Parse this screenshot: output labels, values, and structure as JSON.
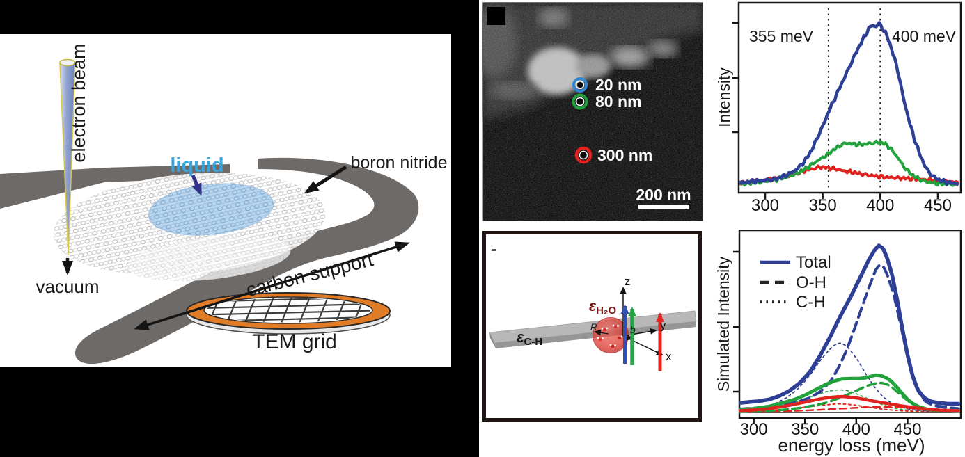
{
  "left_diagram": {
    "labels": {
      "electron_beam": "electron beam",
      "liquid": "liquid",
      "boron_nitride": "boron nitride",
      "carbon_support": "carbon support",
      "vacuum": "vacuum",
      "tem_grid": "TEM grid"
    },
    "colors": {
      "liquid_label": "#3aa5dc",
      "liquid_fill": "#b7d4ee",
      "ribbon_gray": "#6d6a68",
      "grid_ring_orange": "#e07b28",
      "beam_fill": "#8fa2cf",
      "beam_edge": "#d9c84a",
      "liquid_arrow": "#2f3288"
    }
  },
  "tem_image": {
    "markers": [
      {
        "label": "20 nm",
        "color": "#2e86d6"
      },
      {
        "label": "80 nm",
        "color": "#21a13b"
      },
      {
        "label": "300 nm",
        "color": "#e0231e"
      }
    ],
    "scale_bar": "200 nm"
  },
  "schematic3d": {
    "eps_film": {
      "sym": "ε",
      "sub": "C-H"
    },
    "eps_droplet": {
      "sym": "ε",
      "sub": "H₂O"
    },
    "axes": {
      "x": "x",
      "y": "y",
      "z": "z"
    },
    "radius_label": "R",
    "impact_label": "b",
    "arrow_colors": {
      "blue": "#3050b5",
      "green": "#28a346",
      "red": "#e02420"
    }
  },
  "chart_data": [
    {
      "type": "line",
      "title": "",
      "xlabel": "",
      "ylabel": "Intensity",
      "xlim": [
        277,
        470
      ],
      "ylim": [
        0,
        1.05
      ],
      "x_ticks": [
        300,
        350,
        400,
        450
      ],
      "grid": false,
      "guides": [
        355,
        400
      ],
      "annotations": [
        {
          "text": "355 meV",
          "x": 355
        },
        {
          "text": "400 meV",
          "x": 400
        }
      ],
      "series": [
        {
          "name": "300 nm",
          "color": "#e0231e",
          "style": "solid",
          "width": 4,
          "x": [
            278,
            290,
            300,
            310,
            320,
            328,
            335,
            342,
            348,
            354,
            360,
            368,
            376,
            384,
            392,
            400,
            410,
            420,
            430,
            440,
            450,
            460,
            468
          ],
          "y": [
            0.02,
            0.028,
            0.035,
            0.045,
            0.06,
            0.075,
            0.09,
            0.1,
            0.11,
            0.105,
            0.1,
            0.088,
            0.08,
            0.07,
            0.062,
            0.055,
            0.05,
            0.046,
            0.042,
            0.038,
            0.032,
            0.026,
            0.022
          ]
        },
        {
          "name": "80 nm",
          "color": "#22a23c",
          "style": "solid",
          "width": 4,
          "x": [
            278,
            290,
            300,
            310,
            320,
            328,
            335,
            342,
            348,
            354,
            360,
            365,
            370,
            376,
            382,
            388,
            394,
            400,
            404,
            408,
            412,
            416,
            420,
            425,
            430,
            436,
            442,
            448,
            455,
            462,
            468
          ],
          "y": [
            0.015,
            0.02,
            0.03,
            0.04,
            0.055,
            0.075,
            0.1,
            0.13,
            0.155,
            0.18,
            0.21,
            0.23,
            0.245,
            0.24,
            0.235,
            0.24,
            0.245,
            0.25,
            0.24,
            0.22,
            0.19,
            0.155,
            0.115,
            0.08,
            0.055,
            0.035,
            0.025,
            0.018,
            0.014,
            0.012,
            0.01
          ]
        },
        {
          "name": "20 nm",
          "color": "#2e3f96",
          "style": "solid",
          "width": 4.5,
          "x": [
            278,
            285,
            292,
            300,
            308,
            315,
            322,
            328,
            334,
            340,
            345,
            350,
            355,
            360,
            365,
            370,
            375,
            380,
            385,
            390,
            393,
            396,
            399,
            402,
            405,
            408,
            412,
            416,
            420,
            425,
            430,
            435,
            440,
            445,
            450,
            456,
            462,
            468
          ],
          "y": [
            0.02,
            0.025,
            0.03,
            0.035,
            0.04,
            0.055,
            0.075,
            0.1,
            0.14,
            0.2,
            0.27,
            0.34,
            0.42,
            0.49,
            0.56,
            0.63,
            0.7,
            0.77,
            0.83,
            0.89,
            0.91,
            0.9,
            0.92,
            0.89,
            0.86,
            0.81,
            0.73,
            0.63,
            0.5,
            0.37,
            0.26,
            0.17,
            0.1,
            0.06,
            0.04,
            0.025,
            0.02,
            0.015
          ]
        }
      ]
    },
    {
      "type": "line",
      "title": "",
      "xlabel": "energy loss (meV)",
      "ylabel": "Simulated Intensity",
      "xlim": [
        286,
        502
      ],
      "ylim": [
        0,
        1.05
      ],
      "x_ticks": [
        300,
        350,
        400,
        450
      ],
      "grid": false,
      "legend": [
        {
          "label": "Total",
          "style": "solid"
        },
        {
          "label": "O-H",
          "style": "dashed"
        },
        {
          "label": "C-H",
          "style": "dotted"
        }
      ],
      "series": [
        {
          "name": "80 nm C-H",
          "color": "#22a23c",
          "style": "dotted",
          "width": 1.7,
          "dash": "3,4.5",
          "x": [
            286,
            305,
            320,
            335,
            348,
            360,
            370,
            378,
            385,
            392,
            400,
            410,
            420,
            430,
            440,
            452,
            466,
            480,
            500
          ],
          "y": [
            0.004,
            0.012,
            0.028,
            0.05,
            0.075,
            0.1,
            0.118,
            0.128,
            0.13,
            0.125,
            0.108,
            0.082,
            0.057,
            0.036,
            0.021,
            0.012,
            0.007,
            0.005,
            0.004
          ]
        },
        {
          "name": "300 nm C-H",
          "color": "#e0231e",
          "style": "dotted",
          "width": 2,
          "dash": "3,4.5",
          "x": [
            286,
            305,
            322,
            338,
            352,
            364,
            374,
            382,
            390,
            398,
            406,
            416,
            426,
            438,
            452,
            470,
            500
          ],
          "y": [
            0.004,
            0.008,
            0.014,
            0.022,
            0.032,
            0.04,
            0.046,
            0.05,
            0.048,
            0.043,
            0.036,
            0.027,
            0.019,
            0.012,
            0.008,
            0.005,
            0.004
          ]
        },
        {
          "name": "20 nm C-H",
          "color": "#2e3f96",
          "style": "dotted",
          "width": 1.7,
          "dash": "3,4.5",
          "x": [
            286,
            300,
            312,
            322,
            332,
            342,
            350,
            358,
            365,
            372,
            378,
            384,
            390,
            396,
            402,
            410,
            418,
            426,
            434,
            444,
            454,
            466,
            480,
            500
          ],
          "y": [
            0.01,
            0.018,
            0.032,
            0.055,
            0.085,
            0.13,
            0.18,
            0.24,
            0.3,
            0.35,
            0.385,
            0.4,
            0.385,
            0.345,
            0.295,
            0.215,
            0.145,
            0.09,
            0.055,
            0.03,
            0.016,
            0.01,
            0.006,
            0.005
          ]
        },
        {
          "name": "300 nm O-H",
          "color": "#e0231e",
          "style": "dashed",
          "width": 2.5,
          "dash": "10,6",
          "x": [
            286,
            310,
            335,
            355,
            375,
            390,
            400,
            410,
            420,
            430,
            440,
            450,
            460,
            470,
            482,
            500
          ],
          "y": [
            0.003,
            0.005,
            0.008,
            0.013,
            0.019,
            0.024,
            0.027,
            0.03,
            0.031,
            0.032,
            0.03,
            0.026,
            0.021,
            0.016,
            0.011,
            0.007
          ]
        },
        {
          "name": "80 nm O-H",
          "color": "#22a23c",
          "style": "dashed",
          "width": 3.5,
          "dash": "12,7",
          "x": [
            286,
            310,
            330,
            345,
            358,
            370,
            380,
            390,
            400,
            408,
            414,
            420,
            425,
            430,
            435,
            440,
            446,
            452,
            458,
            466,
            476,
            490,
            500
          ],
          "y": [
            0.004,
            0.008,
            0.016,
            0.026,
            0.04,
            0.055,
            0.075,
            0.1,
            0.125,
            0.147,
            0.16,
            0.168,
            0.17,
            0.162,
            0.145,
            0.118,
            0.088,
            0.06,
            0.038,
            0.022,
            0.012,
            0.007,
            0.005
          ]
        },
        {
          "name": "20 nm O-H",
          "color": "#2e3f96",
          "style": "dashed",
          "width": 4,
          "dash": "14,8",
          "x": [
            286,
            300,
            315,
            330,
            345,
            355,
            365,
            375,
            382,
            390,
            397,
            404,
            410,
            415,
            419,
            423,
            427,
            431,
            436,
            441,
            446,
            451,
            456,
            461,
            468,
            476,
            486,
            500
          ],
          "y": [
            0.02,
            0.025,
            0.032,
            0.045,
            0.065,
            0.085,
            0.12,
            0.18,
            0.25,
            0.35,
            0.46,
            0.58,
            0.68,
            0.76,
            0.82,
            0.85,
            0.835,
            0.78,
            0.69,
            0.565,
            0.43,
            0.3,
            0.19,
            0.115,
            0.06,
            0.04,
            0.03,
            0.022
          ]
        },
        {
          "name": "80 nm Total",
          "color": "#22a23c",
          "style": "solid",
          "width": 5,
          "x": [
            286,
            300,
            315,
            328,
            340,
            350,
            360,
            370,
            378,
            386,
            394,
            402,
            408,
            414,
            419,
            424,
            429,
            434,
            439,
            444,
            450,
            456,
            462,
            470,
            480,
            500
          ],
          "y": [
            0.015,
            0.022,
            0.035,
            0.055,
            0.075,
            0.1,
            0.13,
            0.16,
            0.18,
            0.193,
            0.195,
            0.195,
            0.198,
            0.207,
            0.215,
            0.212,
            0.2,
            0.18,
            0.15,
            0.115,
            0.075,
            0.048,
            0.03,
            0.018,
            0.012,
            0.01
          ]
        },
        {
          "name": "300 nm Total",
          "color": "#e0231e",
          "style": "solid",
          "width": 4.5,
          "x": [
            286,
            300,
            315,
            330,
            342,
            354,
            364,
            372,
            380,
            387,
            394,
            402,
            410,
            420,
            430,
            440,
            450,
            460,
            470,
            482,
            500
          ],
          "y": [
            0.01,
            0.014,
            0.022,
            0.036,
            0.05,
            0.065,
            0.077,
            0.085,
            0.09,
            0.092,
            0.088,
            0.082,
            0.073,
            0.062,
            0.052,
            0.042,
            0.033,
            0.025,
            0.019,
            0.013,
            0.01
          ]
        },
        {
          "name": "20 nm Total",
          "color": "#2e3f96",
          "style": "solid",
          "width": 5.5,
          "x": [
            286,
            295,
            305,
            315,
            325,
            335,
            345,
            355,
            365,
            375,
            385,
            395,
            405,
            412,
            418,
            422,
            426,
            430,
            435,
            440,
            445,
            450,
            455,
            460,
            466,
            472,
            480,
            490,
            500
          ],
          "y": [
            0.055,
            0.06,
            0.065,
            0.075,
            0.095,
            0.125,
            0.17,
            0.235,
            0.33,
            0.44,
            0.56,
            0.67,
            0.79,
            0.875,
            0.935,
            0.96,
            0.945,
            0.89,
            0.79,
            0.645,
            0.48,
            0.33,
            0.21,
            0.13,
            0.085,
            0.065,
            0.055,
            0.05,
            0.05
          ]
        }
      ]
    }
  ]
}
